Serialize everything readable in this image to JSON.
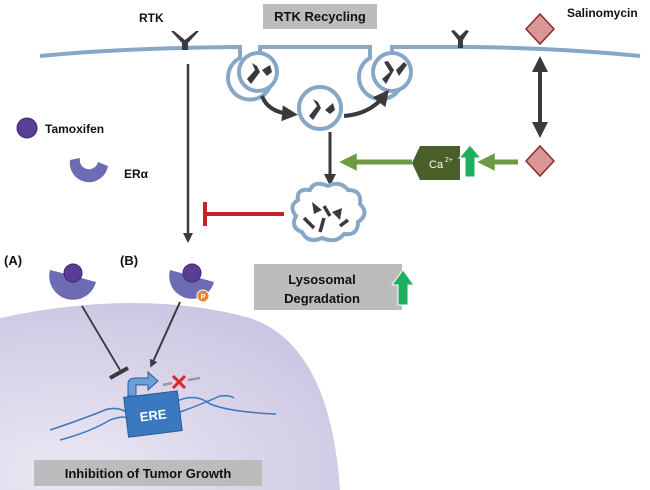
{
  "labels": {
    "rtk": "RTK",
    "rtk_recycling": "RTK Recycling",
    "salinomycin": "Salinomycin",
    "tamoxifen": "Tamoxifen",
    "era": "ERα",
    "calcium": "Ca",
    "calcium_charge": "2+",
    "lysosomal_line1": "Lysosomal",
    "lysosomal_line2": "Degradation",
    "panel_a": "(A)",
    "panel_b": "(B)",
    "phospho": "P",
    "ere": "ERE",
    "inhibition": "Inhibition of Tumor Growth"
  },
  "colors": {
    "membrane": "#86a8c6",
    "arrow_dark": "#3a3a3e",
    "inhibit_red": "#c8202a",
    "green_arrow": "#6f9a44",
    "up_green": "#1eb060",
    "ca_box": "#4a5e28",
    "diamond_fill": "#d89696",
    "diamond_stroke": "#8e2a2a",
    "tamoxifen": "#5a3d96",
    "era": "#6d6bb3",
    "phospho": "#e9843a",
    "nucleus": "#d9d4ea",
    "ere_box": "#3a78c0",
    "dna": "#3a78c0",
    "label_box": "#bcbcbe",
    "red_x": "#d8262a"
  }
}
